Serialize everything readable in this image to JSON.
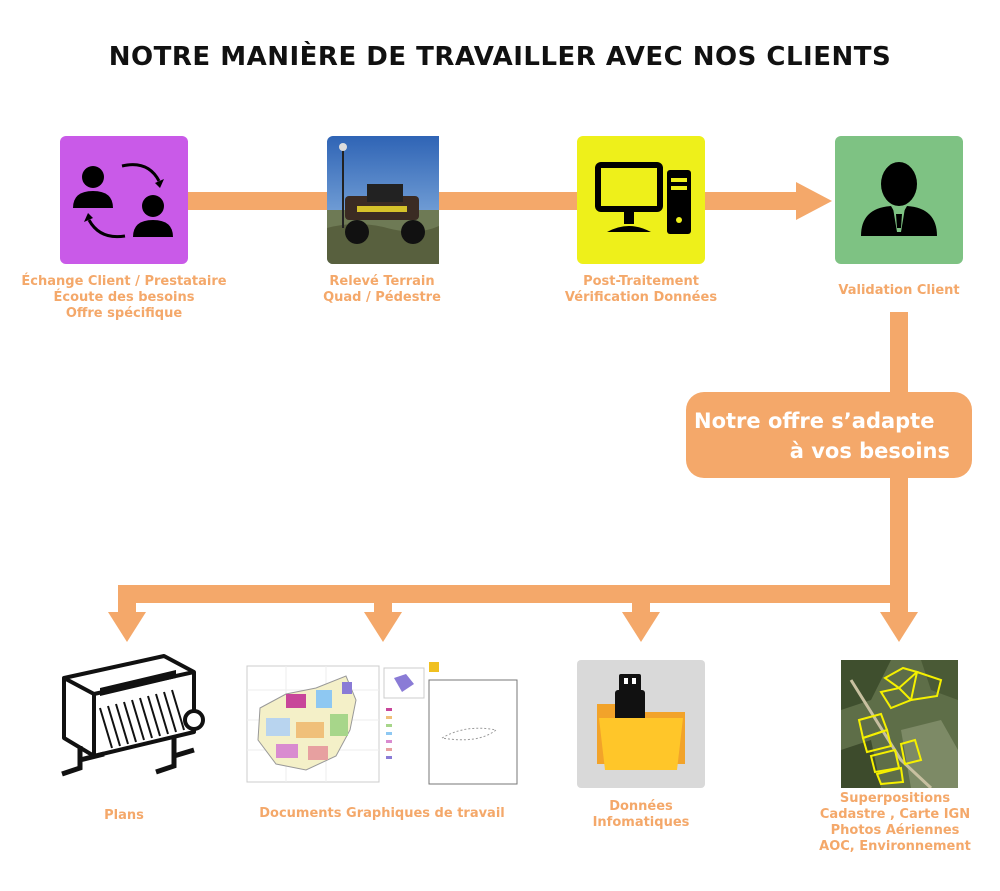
{
  "title": "NOTRE MANIÈRE DE TRAVAILLER AVEC NOS CLIENTS",
  "colors": {
    "accent": "#f4a86a",
    "step1": "#c95ae8",
    "step3": "#eef01a",
    "step4": "#7ec283",
    "folder_bg": "#d9d9d9"
  },
  "steps": [
    {
      "icon": "client-exchange-icon",
      "lines": [
        "Échange Client / Prestataire",
        "Écoute des besoins",
        "Offre spécifique"
      ]
    },
    {
      "icon": "quad-photo",
      "lines": [
        "Relevé Terrain",
        "Quad / Pédestre"
      ]
    },
    {
      "icon": "computer-icon",
      "lines": [
        "Post-Traitement",
        "Vérification Données"
      ]
    },
    {
      "icon": "client-icon",
      "lines": [
        "Validation Client"
      ]
    }
  ],
  "callout": {
    "line1": "Notre offre s’adapte",
    "line2": "à vos besoins"
  },
  "deliverables": [
    {
      "icon": "plotter-icon",
      "lines": [
        "Plans"
      ]
    },
    {
      "icon": "map-documents",
      "lines": [
        "Documents Graphiques de travail"
      ]
    },
    {
      "icon": "usb-folder-icon",
      "lines": [
        "Données",
        "Infomatiques"
      ]
    },
    {
      "icon": "aerial-photo",
      "lines": [
        "Superpositions",
        "Cadastre , Carte IGN",
        "Photos Aériennes",
        "AOC, Environnement"
      ]
    }
  ]
}
